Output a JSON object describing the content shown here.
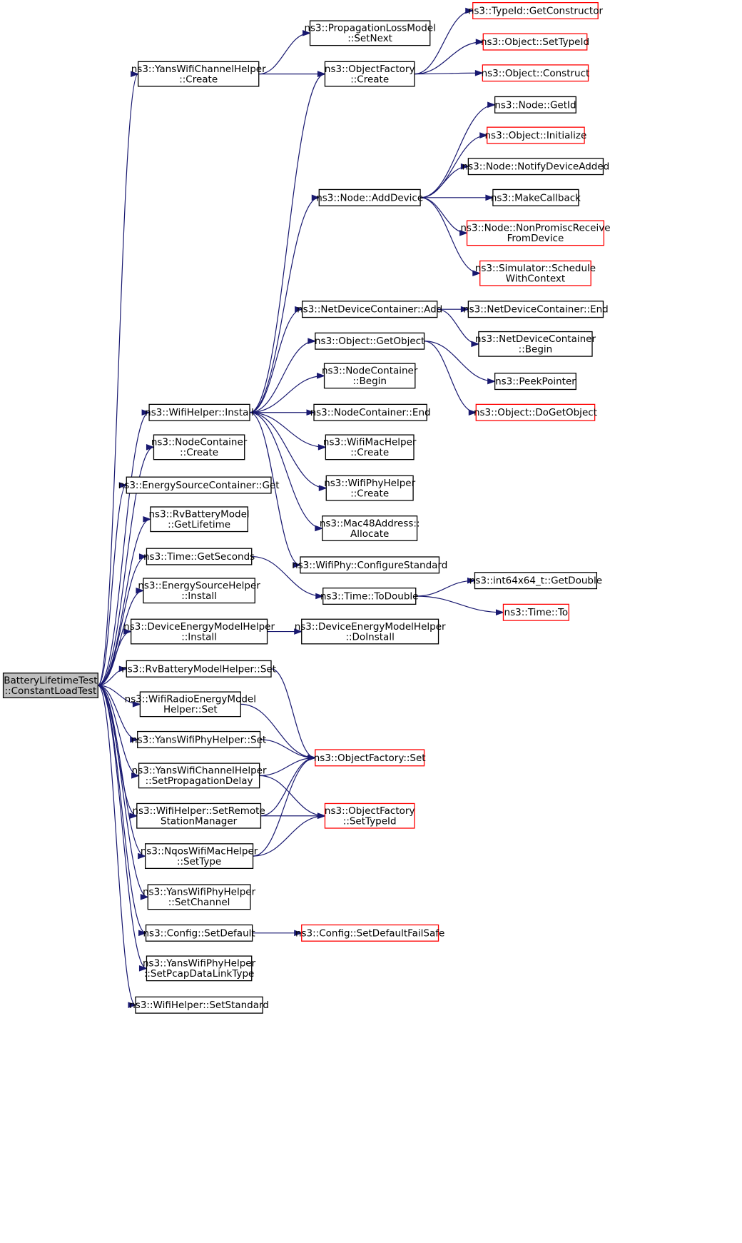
{
  "diagram": {
    "nodes": [
      {
        "id": "root",
        "lines": [
          "BatteryLifetimeTest",
          "::ConstantLoadTest"
        ],
        "kind": "root"
      },
      {
        "id": "yans_channel_create",
        "lines": [
          "ns3::YansWifiChannelHelper",
          "::Create"
        ],
        "kind": "normal"
      },
      {
        "id": "prop_setnext",
        "lines": [
          "ns3::PropagationLossModel",
          "::SetNext"
        ],
        "kind": "normal"
      },
      {
        "id": "objfactory_create",
        "lines": [
          "ns3::ObjectFactory",
          "::Create"
        ],
        "kind": "normal"
      },
      {
        "id": "typeid_getctor",
        "lines": [
          "ns3::TypeId::GetConstructor"
        ],
        "kind": "external"
      },
      {
        "id": "object_settypeid",
        "lines": [
          "ns3::Object::SetTypeId"
        ],
        "kind": "external"
      },
      {
        "id": "object_construct",
        "lines": [
          "ns3::Object::Construct"
        ],
        "kind": "external"
      },
      {
        "id": "node_getid",
        "lines": [
          "ns3::Node::GetId"
        ],
        "kind": "normal"
      },
      {
        "id": "object_initialize",
        "lines": [
          "ns3::Object::Initialize"
        ],
        "kind": "external"
      },
      {
        "id": "node_adddevice",
        "lines": [
          "ns3::Node::AddDevice"
        ],
        "kind": "normal"
      },
      {
        "id": "node_notify",
        "lines": [
          "ns3::Node::NotifyDeviceAdded"
        ],
        "kind": "normal"
      },
      {
        "id": "makecallback",
        "lines": [
          "ns3::MakeCallback"
        ],
        "kind": "normal"
      },
      {
        "id": "node_nonpromisc",
        "lines": [
          "ns3::Node::NonPromiscReceive",
          "FromDevice"
        ],
        "kind": "external"
      },
      {
        "id": "sim_schedule",
        "lines": [
          "ns3::Simulator::Schedule",
          "WithContext"
        ],
        "kind": "external"
      },
      {
        "id": "ndc_add",
        "lines": [
          "ns3::NetDeviceContainer::Add"
        ],
        "kind": "normal"
      },
      {
        "id": "ndc_end",
        "lines": [
          "ns3::NetDeviceContainer::End"
        ],
        "kind": "normal"
      },
      {
        "id": "object_getobject",
        "lines": [
          "ns3::Object::GetObject"
        ],
        "kind": "normal"
      },
      {
        "id": "ndc_begin",
        "lines": [
          "ns3::NetDeviceContainer",
          "::Begin"
        ],
        "kind": "normal"
      },
      {
        "id": "nodecontainer_begin",
        "lines": [
          "ns3::NodeContainer",
          "::Begin"
        ],
        "kind": "normal"
      },
      {
        "id": "peekpointer",
        "lines": [
          "ns3::PeekPointer"
        ],
        "kind": "normal"
      },
      {
        "id": "wifihelper_install",
        "lines": [
          "ns3::WifiHelper::Install"
        ],
        "kind": "normal"
      },
      {
        "id": "nodecontainer_end",
        "lines": [
          "ns3::NodeContainer::End"
        ],
        "kind": "normal"
      },
      {
        "id": "object_dogetobject",
        "lines": [
          "ns3::Object::DoGetObject"
        ],
        "kind": "external"
      },
      {
        "id": "nodecontainer_create",
        "lines": [
          "ns3::NodeContainer",
          "::Create"
        ],
        "kind": "normal"
      },
      {
        "id": "wifimac_create",
        "lines": [
          "ns3::WifiMacHelper",
          "::Create"
        ],
        "kind": "normal"
      },
      {
        "id": "esc_get",
        "lines": [
          "ns3::EnergySourceContainer::Get"
        ],
        "kind": "normal"
      },
      {
        "id": "wifiphy_create",
        "lines": [
          "ns3::WifiPhyHelper",
          "::Create"
        ],
        "kind": "normal"
      },
      {
        "id": "rvbattery_getlifetime",
        "lines": [
          "ns3::RvBatteryModel",
          "::GetLifetime"
        ],
        "kind": "normal"
      },
      {
        "id": "mac48_allocate",
        "lines": [
          "ns3::Mac48Address::",
          "Allocate"
        ],
        "kind": "normal"
      },
      {
        "id": "time_getseconds",
        "lines": [
          "ns3::Time::GetSeconds"
        ],
        "kind": "normal"
      },
      {
        "id": "wifiphy_configstd",
        "lines": [
          "ns3::WifiPhy::ConfigureStandard"
        ],
        "kind": "normal"
      },
      {
        "id": "int64_getdouble",
        "lines": [
          "ns3::int64x64_t::GetDouble"
        ],
        "kind": "normal"
      },
      {
        "id": "energysourcehelper_install",
        "lines": [
          "ns3::EnergySourceHelper",
          "::Install"
        ],
        "kind": "normal"
      },
      {
        "id": "time_todouble",
        "lines": [
          "ns3::Time::ToDouble"
        ],
        "kind": "normal"
      },
      {
        "id": "time_to",
        "lines": [
          "ns3::Time::To"
        ],
        "kind": "external"
      },
      {
        "id": "demh_install",
        "lines": [
          "ns3::DeviceEnergyModelHelper",
          "::Install"
        ],
        "kind": "normal"
      },
      {
        "id": "demh_doinstall",
        "lines": [
          "ns3::DeviceEnergyModelHelper",
          "::DoInstall"
        ],
        "kind": "normal"
      },
      {
        "id": "rvbmh_set",
        "lines": [
          "ns3::RvBatteryModelHelper::Set"
        ],
        "kind": "normal"
      },
      {
        "id": "wremh_set",
        "lines": [
          "ns3::WifiRadioEnergyModel",
          "Helper::Set"
        ],
        "kind": "normal"
      },
      {
        "id": "yansphy_set",
        "lines": [
          "ns3::YansWifiPhyHelper::Set"
        ],
        "kind": "normal"
      },
      {
        "id": "objfactory_set",
        "lines": [
          "ns3::ObjectFactory::Set"
        ],
        "kind": "external"
      },
      {
        "id": "yanschan_setpropdelay",
        "lines": [
          "ns3::YansWifiChannelHelper",
          "::SetPropagationDelay"
        ],
        "kind": "normal"
      },
      {
        "id": "wifihelper_setrsm",
        "lines": [
          "ns3::WifiHelper::SetRemote",
          "StationManager"
        ],
        "kind": "normal"
      },
      {
        "id": "objfactory_settypeid",
        "lines": [
          "ns3::ObjectFactory",
          "::SetTypeId"
        ],
        "kind": "external"
      },
      {
        "id": "nqos_settype",
        "lines": [
          "ns3::NqosWifiMacHelper",
          "::SetType"
        ],
        "kind": "normal"
      },
      {
        "id": "yansphy_setchannel",
        "lines": [
          "ns3::YansWifiPhyHelper",
          "::SetChannel"
        ],
        "kind": "normal"
      },
      {
        "id": "config_setdefault",
        "lines": [
          "ns3::Config::SetDefault"
        ],
        "kind": "normal"
      },
      {
        "id": "config_setdefaultfailsafe",
        "lines": [
          "ns3::Config::SetDefaultFailSafe"
        ],
        "kind": "external"
      },
      {
        "id": "yansphy_setpcap",
        "lines": [
          "ns3::YansWifiPhyHelper",
          "::SetPcapDataLinkType"
        ],
        "kind": "normal"
      },
      {
        "id": "wifihelper_setstandard",
        "lines": [
          "ns3::WifiHelper::SetStandard"
        ],
        "kind": "normal"
      }
    ],
    "edges": [
      [
        "root",
        "yans_channel_create"
      ],
      [
        "root",
        "wifihelper_install"
      ],
      [
        "root",
        "nodecontainer_create"
      ],
      [
        "root",
        "esc_get"
      ],
      [
        "root",
        "rvbattery_getlifetime"
      ],
      [
        "root",
        "time_getseconds"
      ],
      [
        "root",
        "energysourcehelper_install"
      ],
      [
        "root",
        "demh_install"
      ],
      [
        "root",
        "rvbmh_set"
      ],
      [
        "root",
        "wremh_set"
      ],
      [
        "root",
        "yansphy_set"
      ],
      [
        "root",
        "yanschan_setpropdelay"
      ],
      [
        "root",
        "wifihelper_setrsm"
      ],
      [
        "root",
        "nqos_settype"
      ],
      [
        "root",
        "yansphy_setchannel"
      ],
      [
        "root",
        "config_setdefault"
      ],
      [
        "root",
        "yansphy_setpcap"
      ],
      [
        "root",
        "wifihelper_setstandard"
      ],
      [
        "yans_channel_create",
        "prop_setnext"
      ],
      [
        "yans_channel_create",
        "objfactory_create"
      ],
      [
        "objfactory_create",
        "typeid_getctor"
      ],
      [
        "objfactory_create",
        "object_settypeid"
      ],
      [
        "objfactory_create",
        "object_construct"
      ],
      [
        "node_adddevice",
        "node_getid"
      ],
      [
        "node_adddevice",
        "object_initialize"
      ],
      [
        "node_adddevice",
        "node_notify"
      ],
      [
        "node_adddevice",
        "makecallback"
      ],
      [
        "node_adddevice",
        "node_nonpromisc"
      ],
      [
        "node_adddevice",
        "sim_schedule"
      ],
      [
        "ndc_add",
        "ndc_end"
      ],
      [
        "ndc_add",
        "ndc_begin"
      ],
      [
        "object_getobject",
        "peekpointer"
      ],
      [
        "object_getobject",
        "object_dogetobject"
      ],
      [
        "wifihelper_install",
        "objfactory_create"
      ],
      [
        "wifihelper_install",
        "node_adddevice"
      ],
      [
        "wifihelper_install",
        "ndc_add"
      ],
      [
        "wifihelper_install",
        "object_getobject"
      ],
      [
        "wifihelper_install",
        "nodecontainer_begin"
      ],
      [
        "wifihelper_install",
        "nodecontainer_end"
      ],
      [
        "wifihelper_install",
        "wifimac_create"
      ],
      [
        "wifihelper_install",
        "wifiphy_create"
      ],
      [
        "wifihelper_install",
        "mac48_allocate"
      ],
      [
        "wifihelper_install",
        "wifiphy_configstd"
      ],
      [
        "time_getseconds",
        "time_todouble"
      ],
      [
        "time_todouble",
        "int64_getdouble"
      ],
      [
        "time_todouble",
        "time_to"
      ],
      [
        "demh_install",
        "demh_doinstall"
      ],
      [
        "rvbmh_set",
        "objfactory_set"
      ],
      [
        "wremh_set",
        "objfactory_set"
      ],
      [
        "yansphy_set",
        "objfactory_set"
      ],
      [
        "yanschan_setpropdelay",
        "objfactory_set"
      ],
      [
        "yanschan_setpropdelay",
        "objfactory_settypeid"
      ],
      [
        "wifihelper_setrsm",
        "objfactory_set"
      ],
      [
        "wifihelper_setrsm",
        "objfactory_settypeid"
      ],
      [
        "nqos_settype",
        "objfactory_set"
      ],
      [
        "nqos_settype",
        "objfactory_settypeid"
      ],
      [
        "config_setdefault",
        "config_setdefaultfailsafe"
      ]
    ]
  }
}
